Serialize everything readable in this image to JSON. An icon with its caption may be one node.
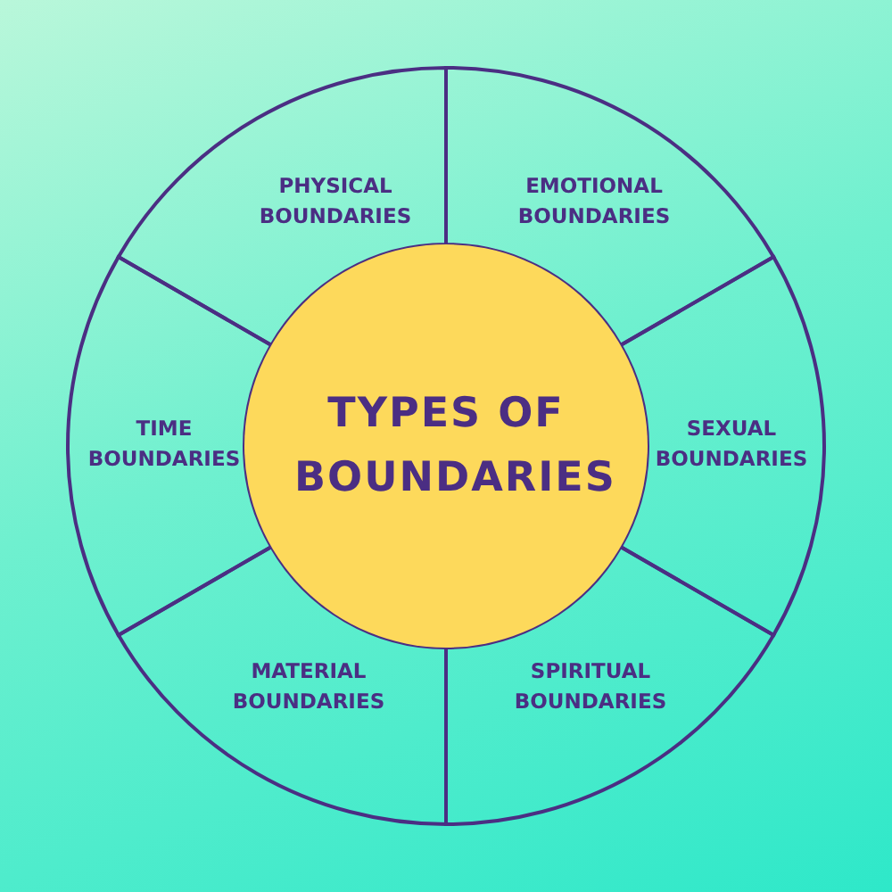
{
  "diagram": {
    "nodes": [
      {
        "text": [
          "PHYSICAL BOUNDARIES"
        ]
      },
      {
        "text": [
          "EMOTIONAL BOUNDARIES"
        ]
      },
      {
        "text": [
          "TIME BOUNDARIES"
        ]
      },
      {
        "text": [
          "TYPES OF BOUNDARIES"
        ]
      },
      {
        "text": [
          "SEXUAL BOUNDARIES"
        ]
      },
      {
        "text": [
          "MATERIAL BOUNDARIES"
        ]
      },
      {
        "text": [
          "SPIRITUAL BOUNDARIES"
        ]
      }
    ]
  }
}
